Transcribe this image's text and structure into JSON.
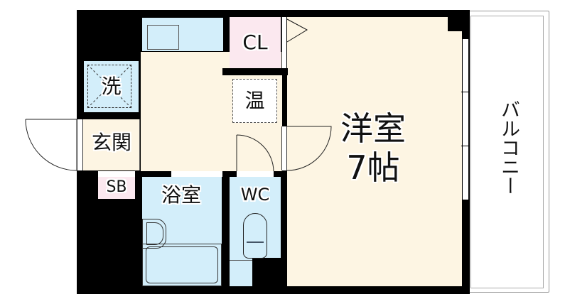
{
  "floorplan": {
    "rooms": {
      "western_room": {
        "label": "洋室",
        "size": "7帖"
      },
      "closet": {
        "label": "CL"
      },
      "water_heater": {
        "label": "温"
      },
      "washer": {
        "label": "洗"
      },
      "entrance": {
        "label": "玄関"
      },
      "shoe_box": {
        "label": "SB"
      },
      "bathroom": {
        "label": "浴室"
      },
      "toilet": {
        "label": "WC"
      },
      "balcony": {
        "label": "バルコニー"
      }
    },
    "colors": {
      "wall": "#000000",
      "floor": "#fdf5e3",
      "wet_area": "#d3eefa",
      "storage": "#fbe8ef",
      "balcony": "#ffffff"
    }
  }
}
